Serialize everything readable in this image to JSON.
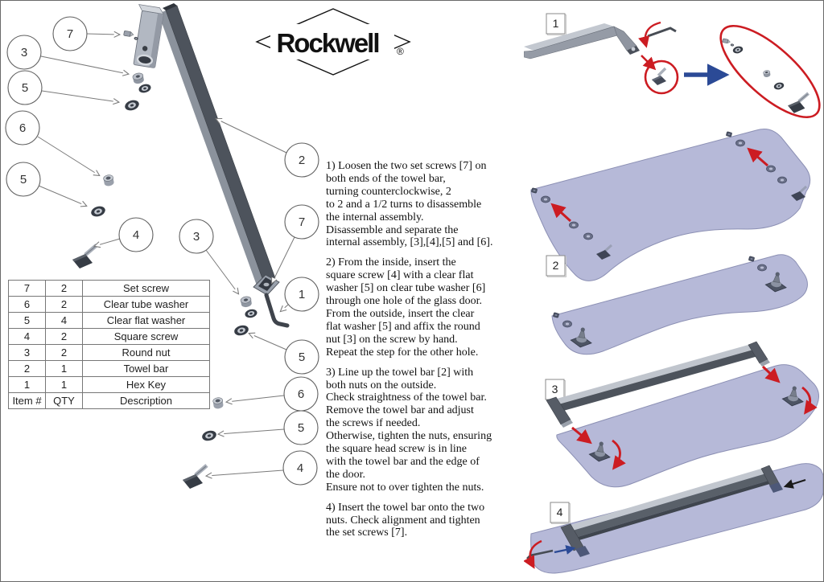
{
  "logo": {
    "name": "Rockwell",
    "mark": "®"
  },
  "parts_table": {
    "headers": [
      "Item #",
      "QTY",
      "Description"
    ],
    "rows": [
      {
        "item": "7",
        "qty": "2",
        "description": "Set screw"
      },
      {
        "item": "6",
        "qty": "2",
        "description": "Clear tube washer"
      },
      {
        "item": "5",
        "qty": "4",
        "description": "Clear flat washer"
      },
      {
        "item": "4",
        "qty": "2",
        "description": "Square screw"
      },
      {
        "item": "3",
        "qty": "2",
        "description": "Round nut"
      },
      {
        "item": "2",
        "qty": "1",
        "description": "Towel bar"
      },
      {
        "item": "1",
        "qty": "1",
        "description": "Hex Key"
      }
    ]
  },
  "instructions": {
    "step1": "1) Loosen the two set screws [7] on\nboth ends of the towel bar,\nturning counterclockwise, 2\nto 2 and a 1/2 turns to disassemble\nthe internal assembly.\nDisassemble and separate the\ninternal assembly, [3],[4],[5] and [6].",
    "step2": "2) From the inside, insert the\nsquare screw [4] with a clear flat\nwasher [5] on clear tube washer [6]\nthrough one hole of the glass door.\nFrom the outside, insert the clear\nflat washer [5] and affix the round\nnut [3] on the screw by hand.\nRepeat the step for the other hole.",
    "step3": "3) Line up the towel bar [2] with\nboth nuts on the outside.\nCheck straightness of the towel bar.\nRemove the towel bar and adjust\nthe screws if needed.\nOtherwise, tighten the nuts, ensuring\nthe square head screw is in line\nwith the towel bar and the edge of\nthe door.\nEnsure not to over tighten the nuts.",
    "step4": "4) Insert the towel bar onto the two\nnuts. Check alignment and tighten\nthe set screws [7]."
  },
  "callouts": [
    "7",
    "3",
    "5",
    "6",
    "5",
    "4",
    "3",
    "2",
    "7",
    "1",
    "5",
    "6",
    "5",
    "4"
  ],
  "step_panels": [
    "1",
    "2",
    "3",
    "4"
  ],
  "colors": {
    "arrow_red": "#cc1c22",
    "arrow_blue": "#2b4a96",
    "glass_door": "#b6b9d8",
    "bar_front": "#4d535c",
    "bar_top": "#9aa1ab"
  }
}
